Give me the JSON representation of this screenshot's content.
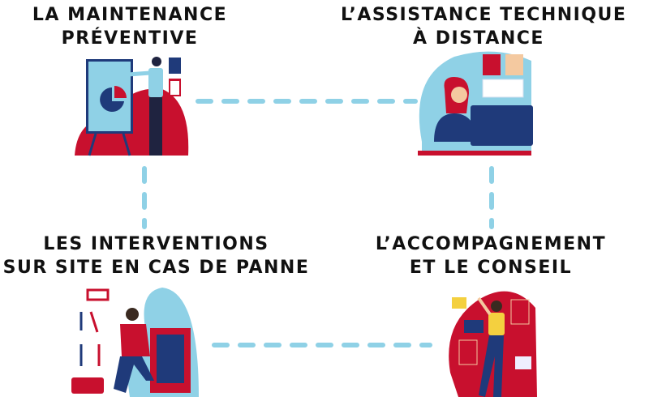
{
  "services": [
    {
      "lines": [
        "LA MAINTENANCE",
        "PRÉVENTIVE"
      ]
    },
    {
      "lines": [
        "L’ASSISTANCE TECHNIQUE",
        "À DISTANCE"
      ]
    },
    {
      "lines": [
        "LES INTERVENTIONS",
        "SUR SITE EN CAS DE PANNE"
      ]
    },
    {
      "lines": [
        "L’ACCOMPAGNEMENT",
        "ET LE CONSEIL"
      ]
    }
  ],
  "colors": {
    "red": "#c8102e",
    "navy": "#1f3a7a",
    "light_blue": "#8fd1e6",
    "text": "#111111"
  }
}
